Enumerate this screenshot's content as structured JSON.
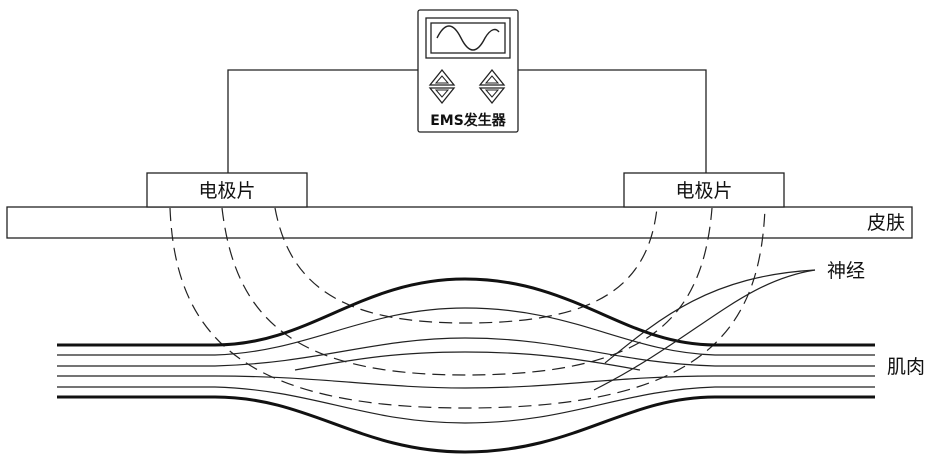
{
  "labels": {
    "device": "EMS发生器",
    "electrode_left": "电极片",
    "electrode_right": "电极片",
    "skin": "皮肤",
    "nerve": "神经",
    "muscle": "肌肉"
  },
  "icons": {
    "screen_waveform": "sine-wave-icon",
    "left_control": "up-down-arrows-icon",
    "right_control": "up-down-arrows-icon"
  },
  "colors": {
    "line": "#222222",
    "background": "#ffffff"
  }
}
